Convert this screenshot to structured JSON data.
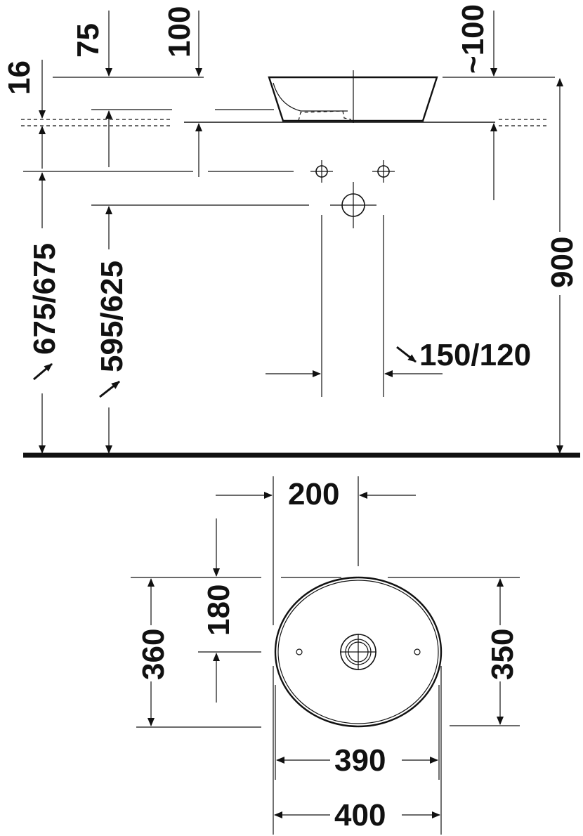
{
  "side_view": {
    "dims": {
      "d75": "75",
      "d100": "100",
      "d100_approx": "~100",
      "d16": "16",
      "d675": "675/675",
      "d595": "595/625",
      "d150": "150/120",
      "d900": "900"
    }
  },
  "top_view": {
    "dims": {
      "d200": "200",
      "d180": "180",
      "d360": "360",
      "d350": "350",
      "d390": "390",
      "d400": "400"
    }
  }
}
